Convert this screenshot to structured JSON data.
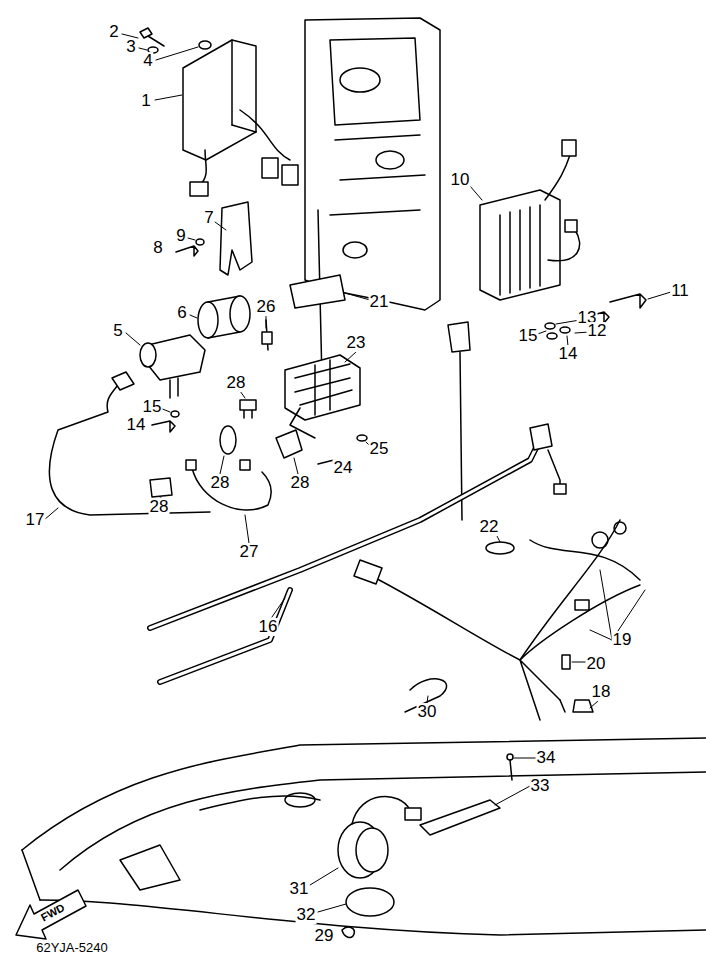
{
  "diagram": {
    "labels": [
      "2",
      "3",
      "4",
      "1",
      "10",
      "7",
      "9",
      "8",
      "13",
      "12",
      "11",
      "26",
      "21",
      "6",
      "15",
      "5",
      "23",
      "14",
      "28",
      "15",
      "14",
      "25",
      "24",
      "28",
      "28",
      "28",
      "17",
      "22",
      "27",
      "16",
      "19",
      "20",
      "18",
      "30",
      "34",
      "33",
      "31",
      "32",
      "29",
      "FWD",
      "62YJA-5240"
    ]
  }
}
